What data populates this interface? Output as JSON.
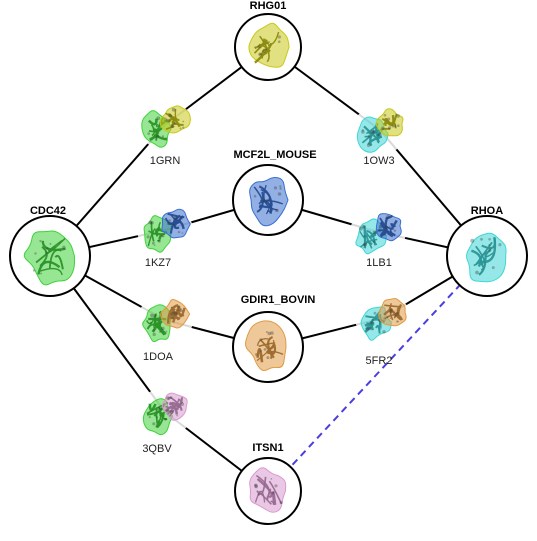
{
  "nodes": [
    {
      "id": "cdc42",
      "label": "CDC42",
      "colors": [
        "#3fd23a"
      ]
    },
    {
      "id": "rhoa",
      "label": "RHOA",
      "colors": [
        "#3fd6d6"
      ]
    },
    {
      "id": "rhg01",
      "label": "RHG01",
      "colors": [
        "#c8c81a"
      ]
    },
    {
      "id": "mcf2l",
      "label": "MCF2L_MOUSE",
      "colors": [
        "#3a6fd0"
      ]
    },
    {
      "id": "gdir1",
      "label": "GDIR1_BOVIN",
      "colors": [
        "#e09a44"
      ]
    },
    {
      "id": "itsn1",
      "label": "ITSN1",
      "colors": [
        "#d89ad0"
      ]
    }
  ],
  "complexes": [
    {
      "id": "1grn",
      "label": "1GRN",
      "colors": [
        "#3fd23a",
        "#c8c81a"
      ]
    },
    {
      "id": "1kz7",
      "label": "1KZ7",
      "colors": [
        "#3fd23a",
        "#3a6fd0"
      ]
    },
    {
      "id": "1doa",
      "label": "1DOA",
      "colors": [
        "#3fd23a",
        "#e09a44"
      ]
    },
    {
      "id": "3qbv",
      "label": "3QBV",
      "colors": [
        "#3fd23a",
        "#d89ad0"
      ]
    },
    {
      "id": "1ow3",
      "label": "1OW3",
      "colors": [
        "#3fd6d6",
        "#c8c81a"
      ]
    },
    {
      "id": "1lb1",
      "label": "1LB1",
      "colors": [
        "#3fd6d6",
        "#3a6fd0"
      ]
    },
    {
      "id": "5fr2",
      "label": "5FR2",
      "colors": [
        "#3fd6d6",
        "#e09a44"
      ]
    }
  ],
  "edges": [
    {
      "from": "cdc42",
      "to": "1grn",
      "style": "solid"
    },
    {
      "from": "1grn",
      "to": "rhg01",
      "style": "solid"
    },
    {
      "from": "rhg01",
      "to": "1ow3",
      "style": "solid"
    },
    {
      "from": "1ow3",
      "to": "rhoa",
      "style": "solid"
    },
    {
      "from": "cdc42",
      "to": "1kz7",
      "style": "solid"
    },
    {
      "from": "1kz7",
      "to": "mcf2l",
      "style": "solid"
    },
    {
      "from": "mcf2l",
      "to": "1lb1",
      "style": "solid"
    },
    {
      "from": "1lb1",
      "to": "rhoa",
      "style": "solid"
    },
    {
      "from": "cdc42",
      "to": "1doa",
      "style": "solid"
    },
    {
      "from": "1doa",
      "to": "gdir1",
      "style": "solid"
    },
    {
      "from": "gdir1",
      "to": "5fr2",
      "style": "solid"
    },
    {
      "from": "5fr2",
      "to": "rhoa",
      "style": "solid"
    },
    {
      "from": "cdc42",
      "to": "3qbv",
      "style": "solid"
    },
    {
      "from": "3qbv",
      "to": "itsn1",
      "style": "solid"
    },
    {
      "from": "itsn1",
      "to": "rhoa",
      "style": "dashed",
      "color": "#4a3ee0"
    }
  ]
}
